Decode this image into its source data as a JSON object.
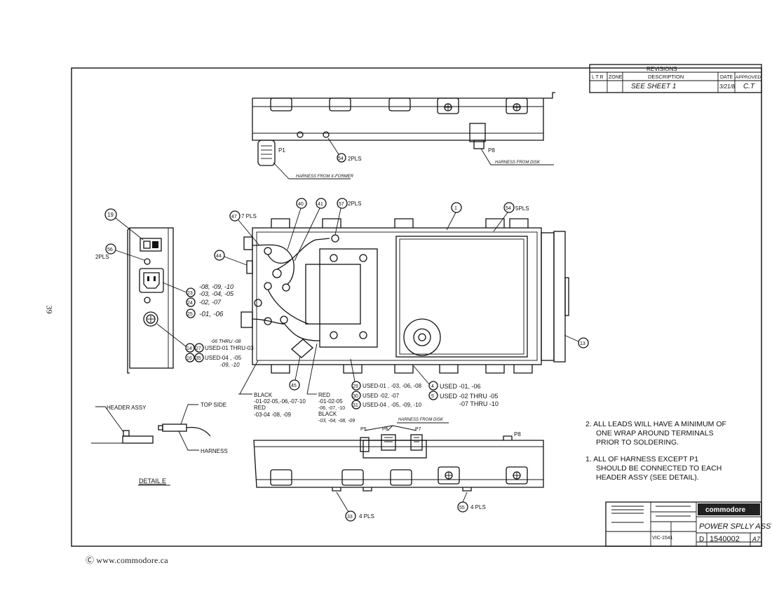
{
  "page_number": "39",
  "website": "www.commodore.ca",
  "revisions": {
    "title": "REVISIONS",
    "col_ltr": "L T R",
    "col_zone": "ZONE",
    "col_description": "DESCRIPTION",
    "col_date": "DATE",
    "col_approved": "APPROVED",
    "row_description": "SEE SHEET 1",
    "row_date": "3/21/8",
    "row_approved": "C.T"
  },
  "top_view": {
    "p1": "P1",
    "p8": "P8",
    "callout_54": "54",
    "callout_54_note": "2PLS",
    "harness_left": "HARNESS FROM X-FORMER",
    "harness_right": "HARNESS FROM DISK"
  },
  "plan_view": {
    "c19": "19",
    "c56": "56",
    "c56_note": "2PLS",
    "c47": "47",
    "c47_note": "7 PLS",
    "c40": "40",
    "c41": "41",
    "c57": "57",
    "c57_note": "2PLS",
    "c1": "1",
    "c54b": "54",
    "c54b_note": "5PLS",
    "c44": "44",
    "c23": "23",
    "c23_note1": "-08, -09, -10",
    "c23_note2": "-03, -04, -05",
    "c24": "24",
    "c24_note": "-02, -07",
    "c25": "25",
    "c25_note": "-01, -06",
    "c14": "14",
    "c27": "27",
    "c14_pre": "-06 THRU -08",
    "c14_note": "USED-01 THRU-03",
    "c16": "16",
    "c35": "35",
    "c16_note": "USED-04 , -05",
    "c16_note2": "-09, -10",
    "c13": "13",
    "c45": "45",
    "black1_label": "BLACK",
    "black1_codes": "-01-02-05,-06,-07-10",
    "red1_label": "RED",
    "red1_codes": "-03-04 -08, -09",
    "red2_label": "RED",
    "red2_codes": "-01-02-05",
    "red2_codes2": "-06, -07, -10",
    "black2_label": "BLACK",
    "black2_codes": "-03, -04, -08, -09",
    "c29": "29",
    "c29_note": "USED-01 , -03, -06, -08",
    "c30": "30",
    "c30_note": "USED -02, -07",
    "c31": "31",
    "c31_note": "USED-04 , -05, -09, -10",
    "c4": "4",
    "c4_note": "USED -01, -06",
    "c5": "5",
    "c5_note": "USED -02 THRU -05",
    "c5_note2": "-07 THRU -10"
  },
  "detail": {
    "header_assy": "HEADER ASSY",
    "top_side": "TOP SIDE",
    "harness": "HARNESS",
    "title": "DETAIL E"
  },
  "bottom_view": {
    "harness": "HARNESS FROM DISK",
    "p5": "P5",
    "p6": "P6",
    "p7": "P7",
    "p8": "P8",
    "c33": "33",
    "c33_note": "4 PLS",
    "c55": "55",
    "c55_note": "4 PLS"
  },
  "notes": {
    "n2_line1": "2. ALL LEADS WILL HAVE A MINIMUM OF",
    "n2_line2": "ONE WRAP AROUND TERMINALS",
    "n2_line3": "PRIOR TO SOLDERING.",
    "n1_line1": "1. ALL OF HARNESS EXCEPT P1",
    "n1_line2": "SHOULD BE CONNECTED TO EACH",
    "n1_line3": "HEADER ASSY (SEE DETAIL)."
  },
  "title_block": {
    "company": "commodore",
    "title": "POWER SPLLY ASSY",
    "size": "D",
    "drawing_number": "1540002",
    "rev": "A7",
    "used_on": "VIC-1541"
  }
}
